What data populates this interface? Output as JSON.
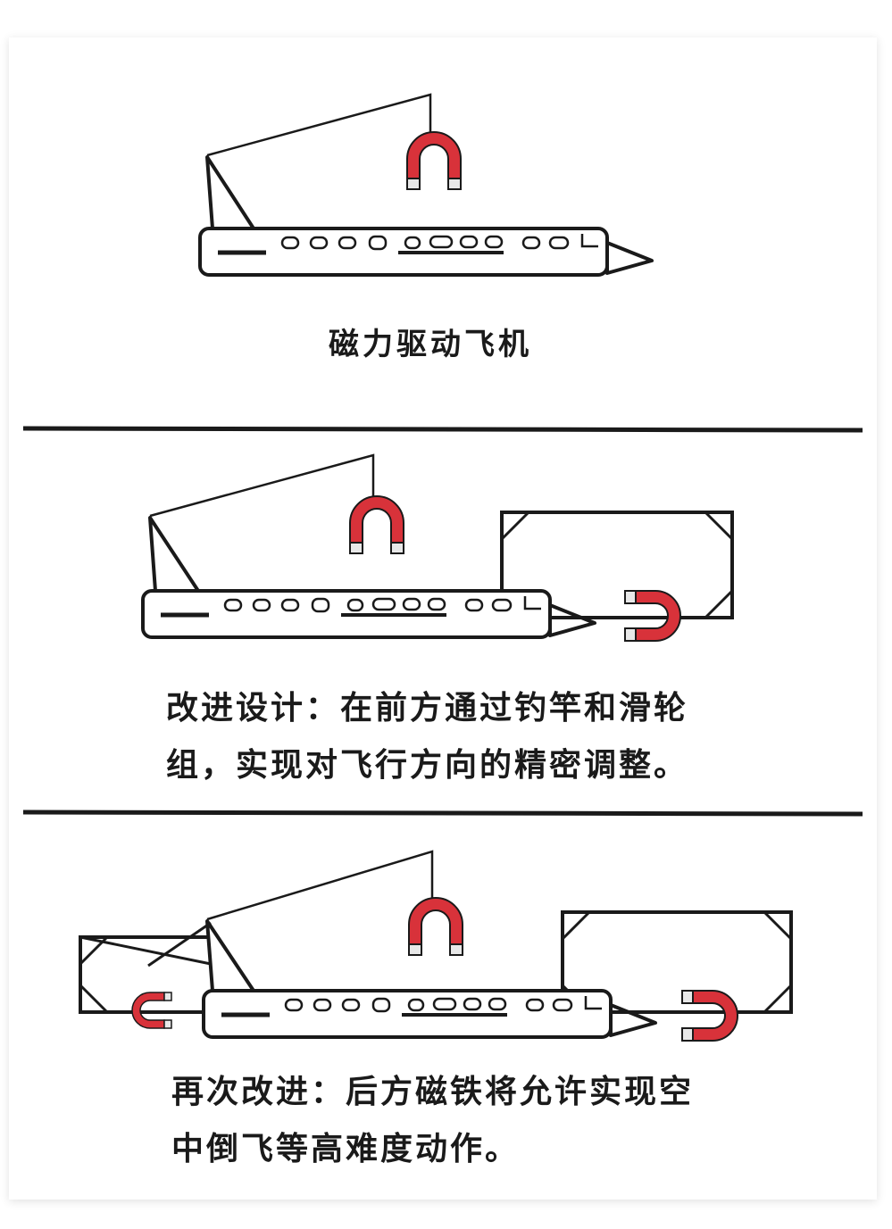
{
  "colors": {
    "ink": "#1a1a1a",
    "magnet_red": "#d8323a",
    "magnet_tip": "#e8e8e8",
    "background": "#ffffff"
  },
  "panels": [
    {
      "caption_lines": [
        "磁力驱动飞机"
      ]
    },
    {
      "caption_lines": [
        "改进设计：在前方通过钓竿和滑轮",
        "组，实现对飞行方向的精密调整。"
      ]
    },
    {
      "caption_lines": [
        "再次改进：后方磁铁将允许实现空",
        "中倒飞等高难度动作。"
      ]
    }
  ]
}
